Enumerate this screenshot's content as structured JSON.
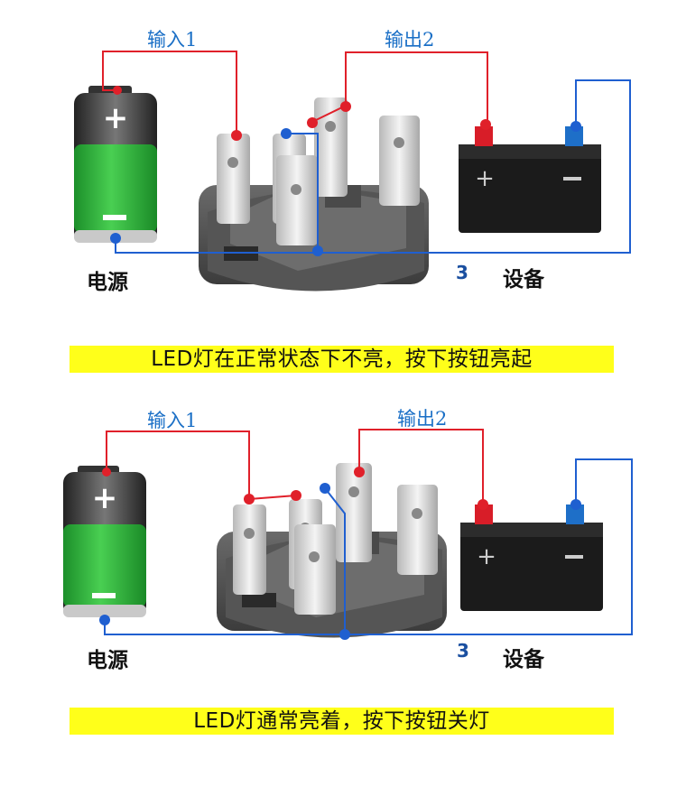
{
  "panels": [
    {
      "input_label": "输入1",
      "output_label": "输出2",
      "terminal_number": "3",
      "power_label": "电源",
      "device_label": "设备",
      "caption": "LED灯在正常状态下不亮，按下按钮亮起"
    },
    {
      "input_label": "输入1",
      "output_label": "输出2",
      "terminal_number": "3",
      "power_label": "电源",
      "device_label": "设备",
      "caption": "LED灯通常亮着，按下按钮关灯"
    }
  ],
  "colors": {
    "positive_wire": "#e0202a",
    "negative_wire": "#1f5fd0",
    "caption_bg": "#ffff1a",
    "battery_green": "#2fb83c"
  },
  "icons": [
    "battery-icon",
    "switch-body-icon",
    "car-battery-icon"
  ]
}
